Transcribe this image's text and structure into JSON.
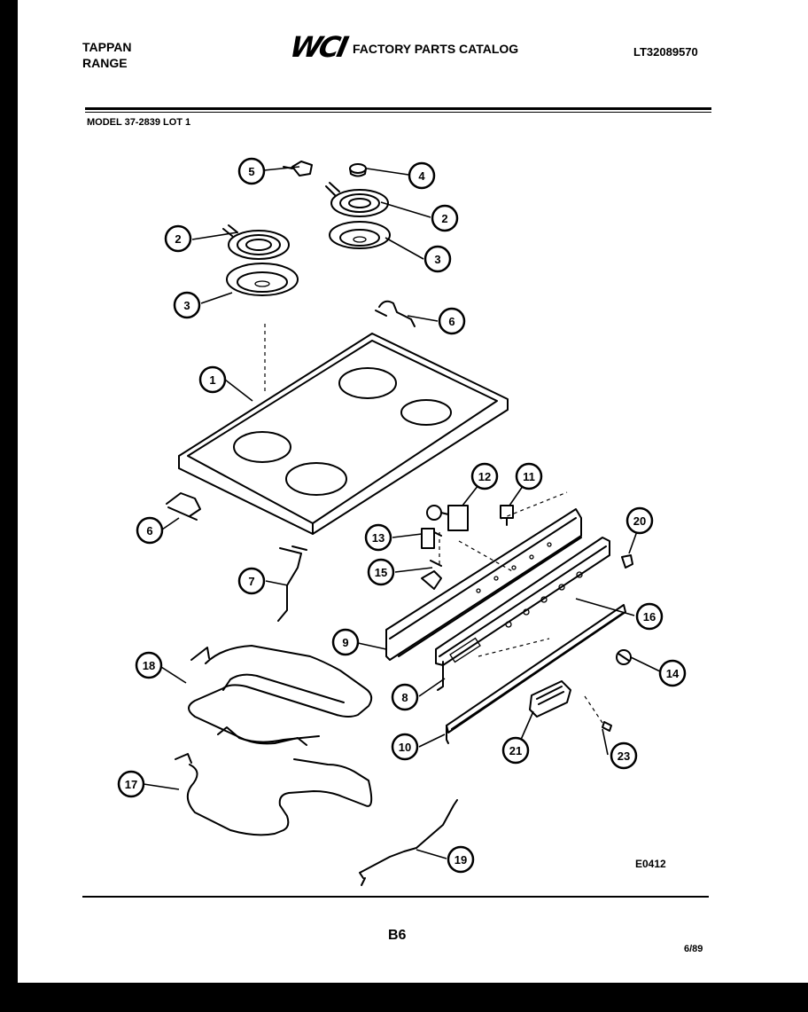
{
  "header": {
    "brand_line1": "TAPPAN",
    "brand_line2": "RANGE",
    "logo": "WCI",
    "catalog_title": "FACTORY PARTS CATALOG",
    "catalog_number": "LT32089570",
    "model": "MODEL 37-2839 LOT 1"
  },
  "footer": {
    "reference_code": "E0412",
    "page_number": "B6",
    "date": "6/89"
  },
  "callouts": [
    {
      "id": "c5",
      "label": "5"
    },
    {
      "id": "c4",
      "label": "4"
    },
    {
      "id": "c2a",
      "label": "2"
    },
    {
      "id": "c2b",
      "label": "2"
    },
    {
      "id": "c3a",
      "label": "3"
    },
    {
      "id": "c3b",
      "label": "3"
    },
    {
      "id": "c6a",
      "label": "6"
    },
    {
      "id": "c1",
      "label": "1"
    },
    {
      "id": "c12",
      "label": "12"
    },
    {
      "id": "c11",
      "label": "11"
    },
    {
      "id": "c6b",
      "label": "6"
    },
    {
      "id": "c20",
      "label": "20"
    },
    {
      "id": "c13",
      "label": "13"
    },
    {
      "id": "c7",
      "label": "7"
    },
    {
      "id": "c15",
      "label": "15"
    },
    {
      "id": "c16",
      "label": "16"
    },
    {
      "id": "c9",
      "label": "9"
    },
    {
      "id": "c18",
      "label": "18"
    },
    {
      "id": "c14",
      "label": "14"
    },
    {
      "id": "c8",
      "label": "8"
    },
    {
      "id": "c10",
      "label": "10"
    },
    {
      "id": "c21",
      "label": "21"
    },
    {
      "id": "c23",
      "label": "23"
    },
    {
      "id": "c17",
      "label": "17"
    },
    {
      "id": "c19",
      "label": "19"
    }
  ]
}
